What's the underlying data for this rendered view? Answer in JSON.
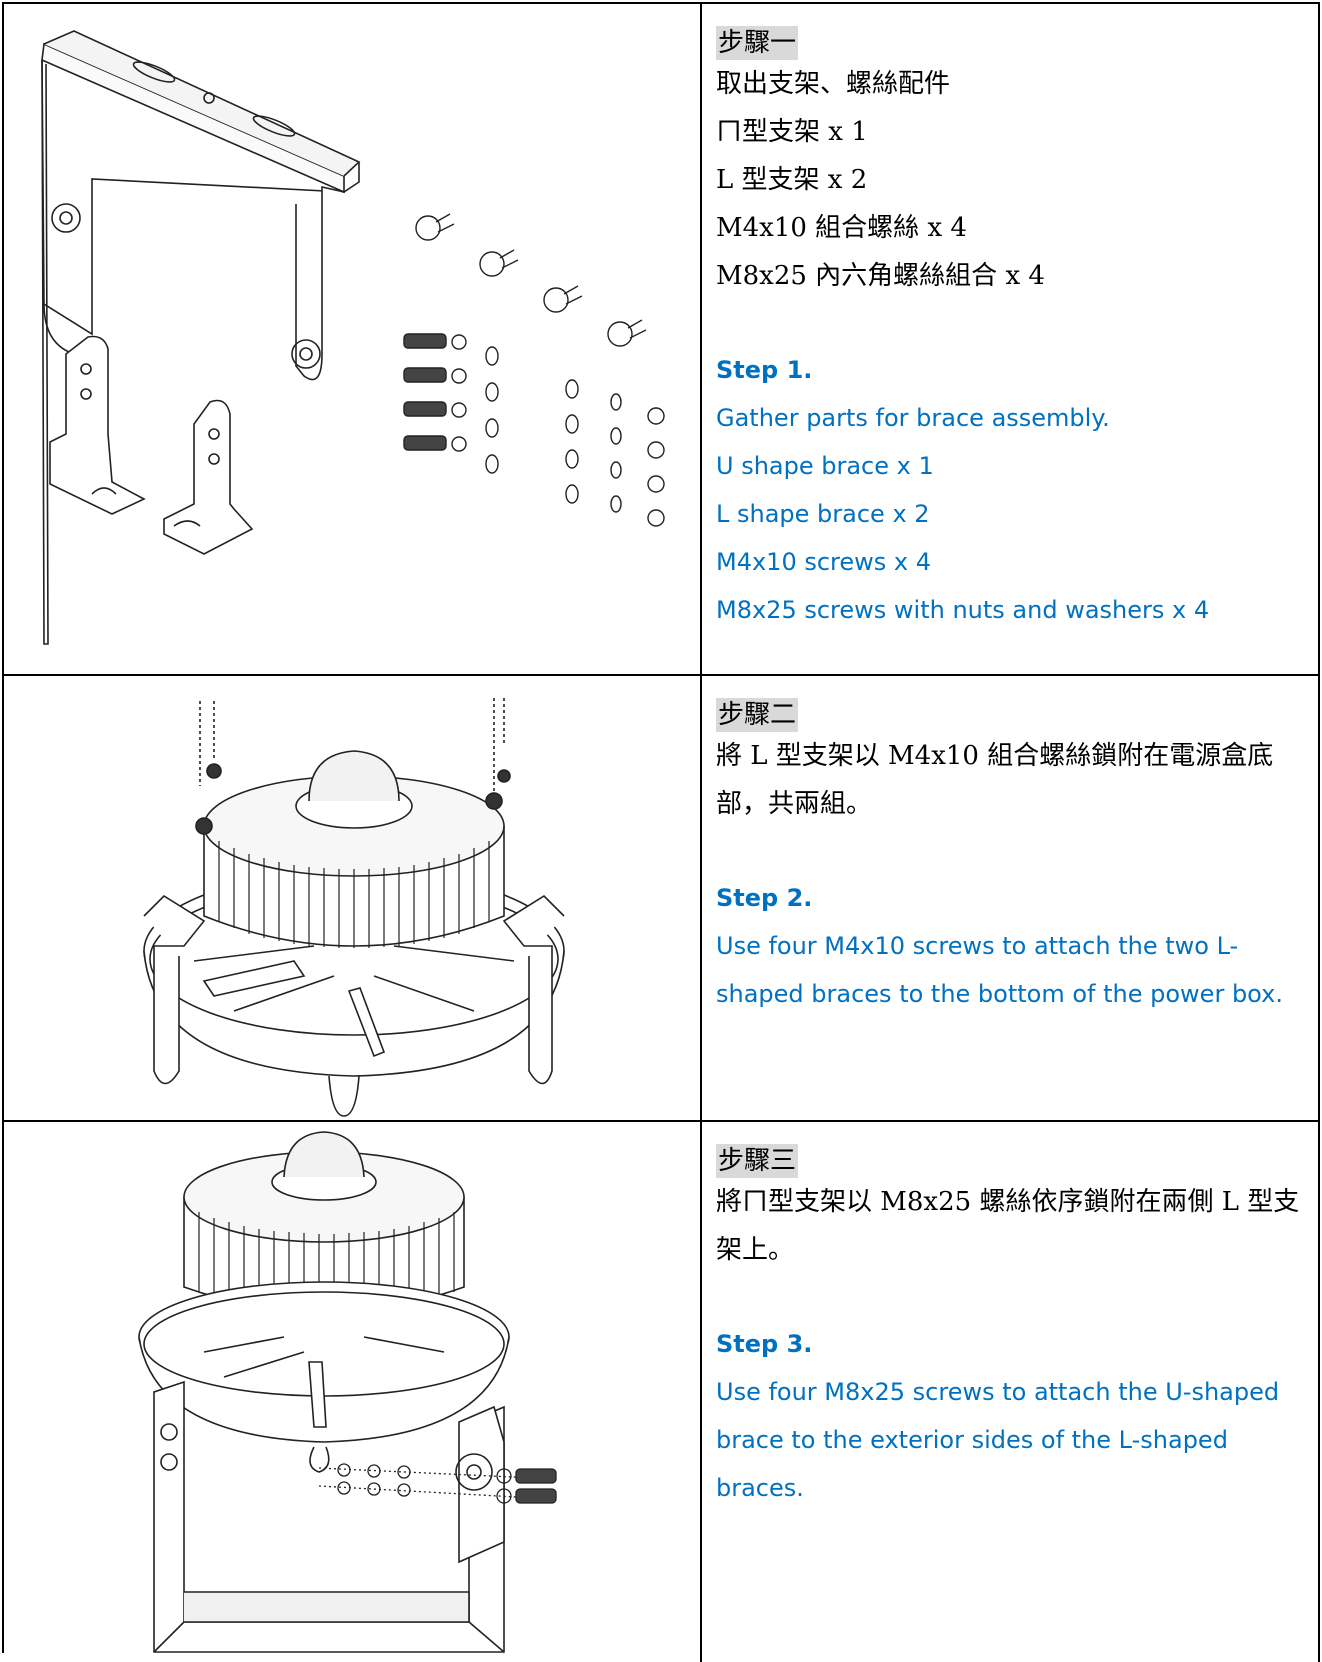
{
  "steps": [
    {
      "zh_heading": "步驟一",
      "zh_lines": [
        "取出支架、螺絲配件",
        "ㄇ型支架  x 1",
        "L 型支架  x 2",
        "M4x10 組合螺絲  x 4",
        "M8x25 內六角螺絲組合  x 4"
      ],
      "en_heading": "Step 1.",
      "en_lines": [
        "Gather parts for brace assembly.",
        "U shape brace x 1",
        "L shape brace x 2",
        "M4x10 screws x 4",
        "M8x25 screws with nuts and washers x 4"
      ]
    },
    {
      "zh_heading": "步驟二",
      "zh_text": "將 L 型支架以 M4x10 組合螺絲鎖附在電源盒底部，共兩組。",
      "en_heading": "Step 2.",
      "en_text": "Use four M4x10 screws to attach the two L-shaped braces to the bottom of the power box."
    },
    {
      "zh_heading": "步驟三",
      "zh_text": "將ㄇ型支架以 M8x25 螺絲依序鎖附在兩側 L 型支架上。",
      "en_heading": "Step 3.",
      "en_text": "Use four M8x25 screws to attach the U-shaped brace to the exterior sides of the L-shaped braces."
    }
  ],
  "colors": {
    "english_text": "#0070c0",
    "heading_highlight": "#d9d9d9",
    "border": "#000000"
  }
}
